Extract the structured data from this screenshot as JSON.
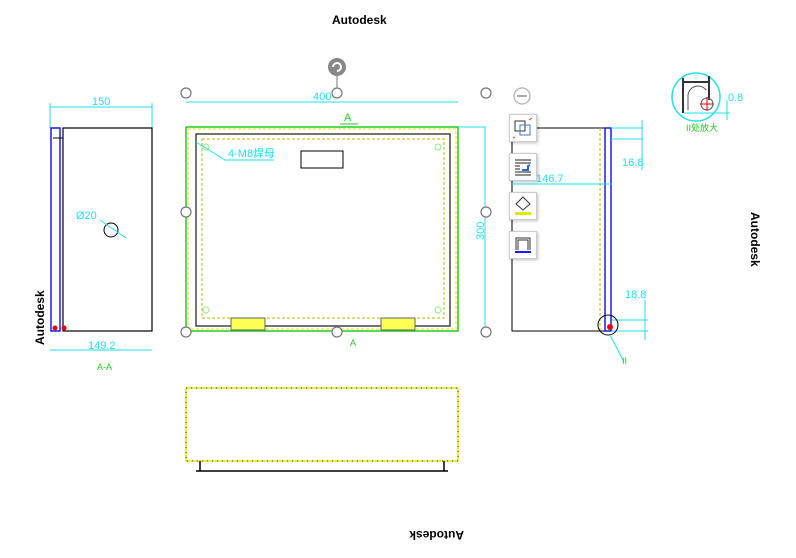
{
  "watermark": "Autodesk",
  "front_view": {
    "width_dim": "400",
    "height_dim": "300",
    "section_label": "A",
    "section_arrow_label": "A",
    "hole_note": "4-M8焊母"
  },
  "side_view": {
    "top_dim": "150",
    "bottom_dim": "149.2",
    "hole_dim": "Ø20",
    "caption": "A-A"
  },
  "right_view": {
    "dim_146": "146.7",
    "dim_16": "16.8",
    "dim_18": "18.8",
    "detail_ref": "II"
  },
  "detail": {
    "dim": "0.8",
    "caption": "II处放大"
  },
  "toolbar": {
    "icons": [
      "group-transform-icon",
      "properties-icon",
      "fill-color-icon",
      "line-style-icon"
    ]
  },
  "colors": {
    "dimension": "#22e0f0",
    "layer_green": "#22cc22",
    "layer_yellow": "#e6e600",
    "layer_blue": "#1a1aff"
  }
}
